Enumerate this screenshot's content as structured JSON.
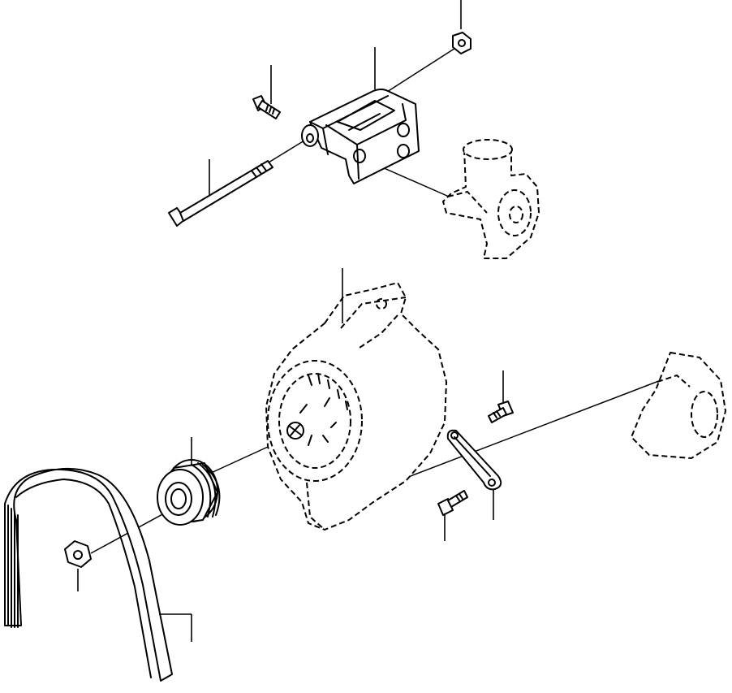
{
  "diagram": {
    "type": "exploded-parts-view",
    "line_color": "#000000",
    "background": "#ffffff",
    "parts": [
      "mounting-bracket",
      "bracket-top-nut",
      "bracket-bolt-short",
      "long-through-bolt",
      "water-pump-housing",
      "alternator",
      "alternator-pulley",
      "pulley-nut",
      "poly-v-belt",
      "adjusting-link",
      "link-bolt-upper",
      "link-bolt-lower",
      "engine-mount-boss"
    ],
    "callout_count": 12
  }
}
